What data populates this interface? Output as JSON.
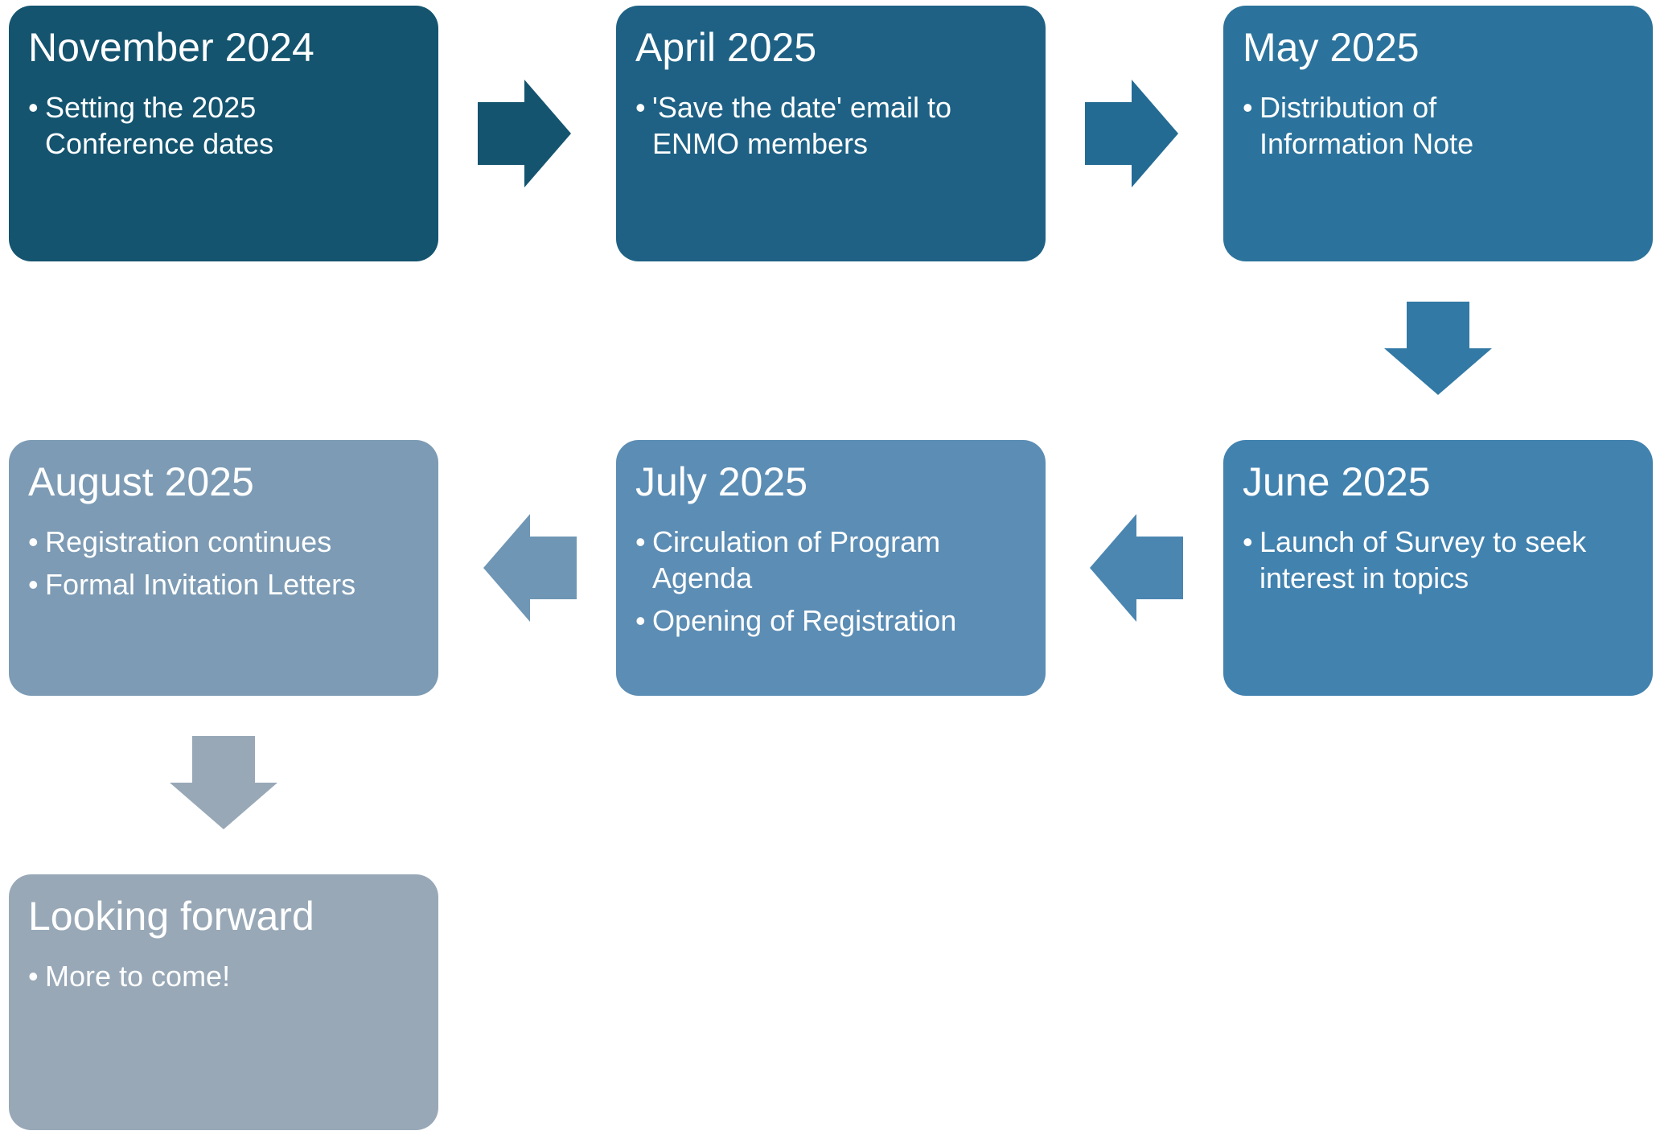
{
  "colors": {
    "step1": "#14546f",
    "step2": "#1e6185",
    "step3": "#2b739c",
    "step4": "#4282af",
    "step5": "#5c8db4",
    "step6": "#7d9bb4",
    "step7": "#98a8b7"
  },
  "steps": [
    {
      "title": "November 2024",
      "items": [
        "Setting the 2025\nConference dates"
      ]
    },
    {
      "title": "April 2025",
      "items": [
        "'Save the date' email to\nENMO members"
      ]
    },
    {
      "title": "May 2025",
      "items": [
        "Distribution of\nInformation Note"
      ]
    },
    {
      "title": "June 2025",
      "items": [
        "Launch of Survey to seek\ninterest in topics"
      ]
    },
    {
      "title": "July 2025",
      "items": [
        "Circulation of Program\nAgenda",
        "Opening of Registration"
      ]
    },
    {
      "title": "August 2025",
      "items": [
        "Registration continues",
        "Formal Invitation Letters"
      ]
    },
    {
      "title": "Looking forward",
      "items": [
        "More to come!"
      ]
    }
  ],
  "connectors": [
    {
      "direction": "right",
      "color": "#14546f"
    },
    {
      "direction": "right",
      "color": "#236b93"
    },
    {
      "direction": "down",
      "color": "#3279a5"
    },
    {
      "direction": "left",
      "color": "#4b86b1"
    },
    {
      "direction": "left",
      "color": "#6f96b4"
    },
    {
      "direction": "down",
      "color": "#98a8b7"
    }
  ]
}
